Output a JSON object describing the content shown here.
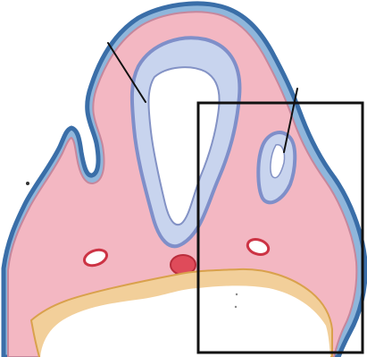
{
  "figure": {
    "structures": [
      "outer-ectoderm",
      "mesoderm",
      "neural-tube",
      "neural-tube-lumen",
      "optic-vesicle",
      "optic-vesicle-lumen",
      "left-cavity",
      "right-cavity",
      "notochord",
      "endoderm",
      "foregut-lumen",
      "selection-box",
      "pointer-line-left",
      "pointer-line-right"
    ],
    "colors": {
      "background": "#ffffff",
      "ectoderm_fill": "#8fb6db",
      "ectoderm_edge": "#3a6ea8",
      "mesoderm_fill": "#f3b7c2",
      "neural_fill": "#c8d4ee",
      "neural_edge": "#7f8fc9",
      "lumen_fill": "#ffffff",
      "cavity_edge": "#cc3344",
      "notochord_fill": "#df4b5a",
      "endoderm_fill": "#f2cf9a",
      "endoderm_edge": "#d9a14c",
      "frame_stroke": "#111111",
      "pointer_stroke": "#111111"
    }
  }
}
